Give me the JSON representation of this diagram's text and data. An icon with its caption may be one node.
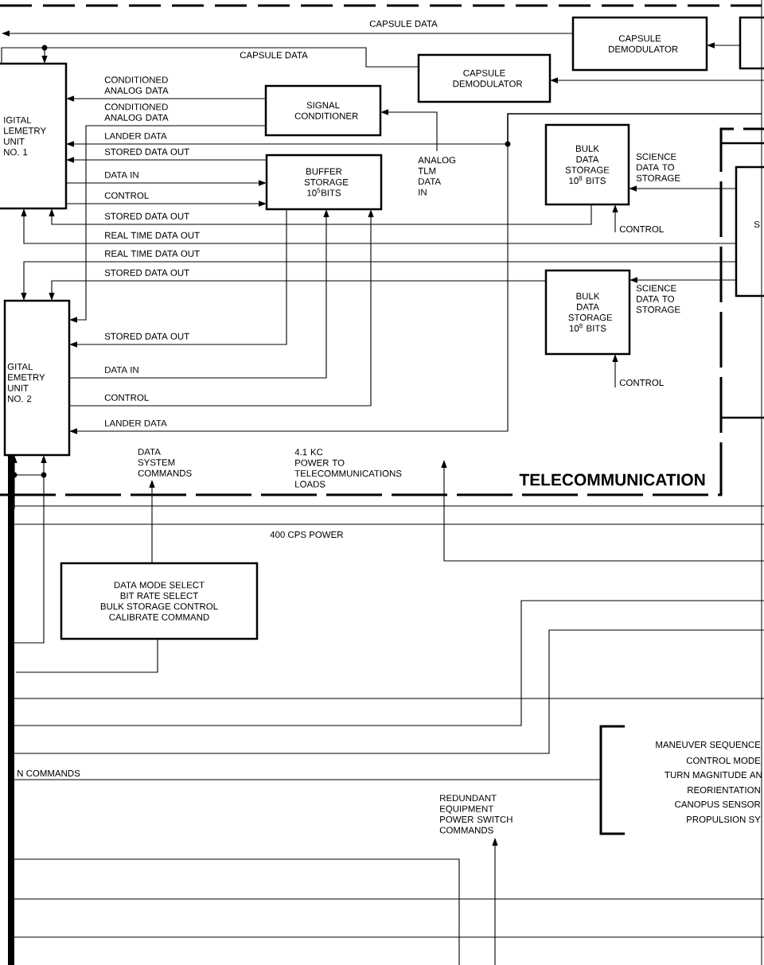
{
  "diagram": {
    "nodes": [
      {
        "text": [
          "IGITAL LEMETRY UNIT NO. 1"
        ]
      },
      {
        "text": [
          "GITAL EMETRY UNIT NO. 2"
        ]
      },
      {
        "text": [
          "CAPSULE DEMODULATOR"
        ]
      },
      {
        "text": [
          "CAPSULE DEMODULATOR"
        ]
      },
      {
        "text": [
          "SIGNAL CONDITIONER"
        ]
      },
      {
        "text": [
          "BUFFER STORAGE 10$^{5}$BITS"
        ]
      },
      {
        "text": [
          "BULK DATA STORAGE 10$^{8}$ BITS"
        ]
      },
      {
        "text": [
          "BULK DATA STORAGE 10$^{8}$ BITS"
        ]
      },
      {
        "text": [
          "DATA MODE SELECT",
          "BIT RATE SELECT",
          "BULK STORAGE CONTROL",
          "CALIBRATE COMMAND"
        ]
      },
      {
        "text": [],
        "shape": "box"
      },
      {
        "text": [
          "S"
        ]
      }
    ],
    "edges": [
      {
        "from": 2,
        "to": null,
        "arrow": "to",
        "label": "CAPSULE DATA"
      },
      {
        "from": 3,
        "to": 0,
        "arrow": "to",
        "label": "CAPSULE DATA"
      },
      {
        "from": 9,
        "to": 2,
        "arrow": "to"
      },
      {
        "from": null,
        "to": 3,
        "arrow": "to"
      },
      {
        "from": 4,
        "to": 0,
        "arrow": "to",
        "label": "CONDITIONED ANALOG DATA"
      },
      {
        "from": 4,
        "to": 1,
        "arrow": "to",
        "label": "CONDITIONED ANALOG DATA"
      },
      {
        "from": null,
        "to": 4,
        "arrow": "to",
        "label": "ANALOG TLM DATA IN"
      },
      {
        "from": null,
        "to": 0,
        "arrow": "to",
        "label": "LANDER DATA"
      },
      {
        "from": null,
        "to": 1,
        "arrow": "to",
        "label": "LANDER DATA"
      },
      {
        "from": 5,
        "to": 0,
        "arrow": "to",
        "label": "STORED DATA OUT"
      },
      {
        "from": 0,
        "to": 5,
        "arrow": "to",
        "label": "DATA IN"
      },
      {
        "from": 0,
        "to": 5,
        "arrow": "to",
        "label": "CONTROL"
      },
      {
        "from": 6,
        "to": 0,
        "arrow": "to",
        "label": "STORED DATA OUT"
      },
      {
        "from": 10,
        "to": 0,
        "arrow": "to",
        "label": "REAL TIME DATA OUT"
      },
      {
        "from": 10,
        "to": 1,
        "arrow": "to",
        "label": "REAL TIME DATA OUT"
      },
      {
        "from": 7,
        "to": 1,
        "arrow": "to",
        "label": "STORED DATA OUT"
      },
      {
        "from": 5,
        "to": 1,
        "arrow": "to",
        "label": "STORED DATA OUT"
      },
      {
        "from": 1,
        "to": 5,
        "arrow": "to",
        "label": "DATA IN"
      },
      {
        "from": 1,
        "to": 5,
        "arrow": "to",
        "label": "CONTROL"
      },
      {
        "from": 10,
        "to": 6,
        "arrow": "to",
        "label": "SCIENCE DATA TO STORAGE"
      },
      {
        "from": 10,
        "to": 7,
        "arrow": "to",
        "label": "SCIENCE DATA TO STORAGE"
      },
      {
        "from": null,
        "to": 6,
        "arrow": "to",
        "label": "CONTROL"
      },
      {
        "from": null,
        "to": 7,
        "arrow": "to",
        "label": "CONTROL"
      },
      {
        "from": 8,
        "to": null,
        "arrow": "to",
        "label": "DATA SYSTEM COMMANDS"
      },
      {
        "from": 8,
        "to": null,
        "arrow": "none"
      },
      {
        "from": null,
        "to": 1,
        "arrow": "to"
      },
      {
        "from": null,
        "to": 1,
        "arrow": "to"
      }
    ],
    "labels": [
      "4.1 KC POWER TO TELECOMMUNICATIONS LOADS",
      "TELECOMMUNICATION",
      "400 CPS POWER",
      "N COMMANDS",
      "MANEUVER SEQUENCE",
      "CONTROL MODE",
      "TURN MAGNITUDE AN",
      "REORIENTATION",
      "CANOPUS SENSOR",
      "PROPULSION SY",
      "REDUNDANT EQUIPMENT POWER SWITCH COMMANDS"
    ]
  }
}
